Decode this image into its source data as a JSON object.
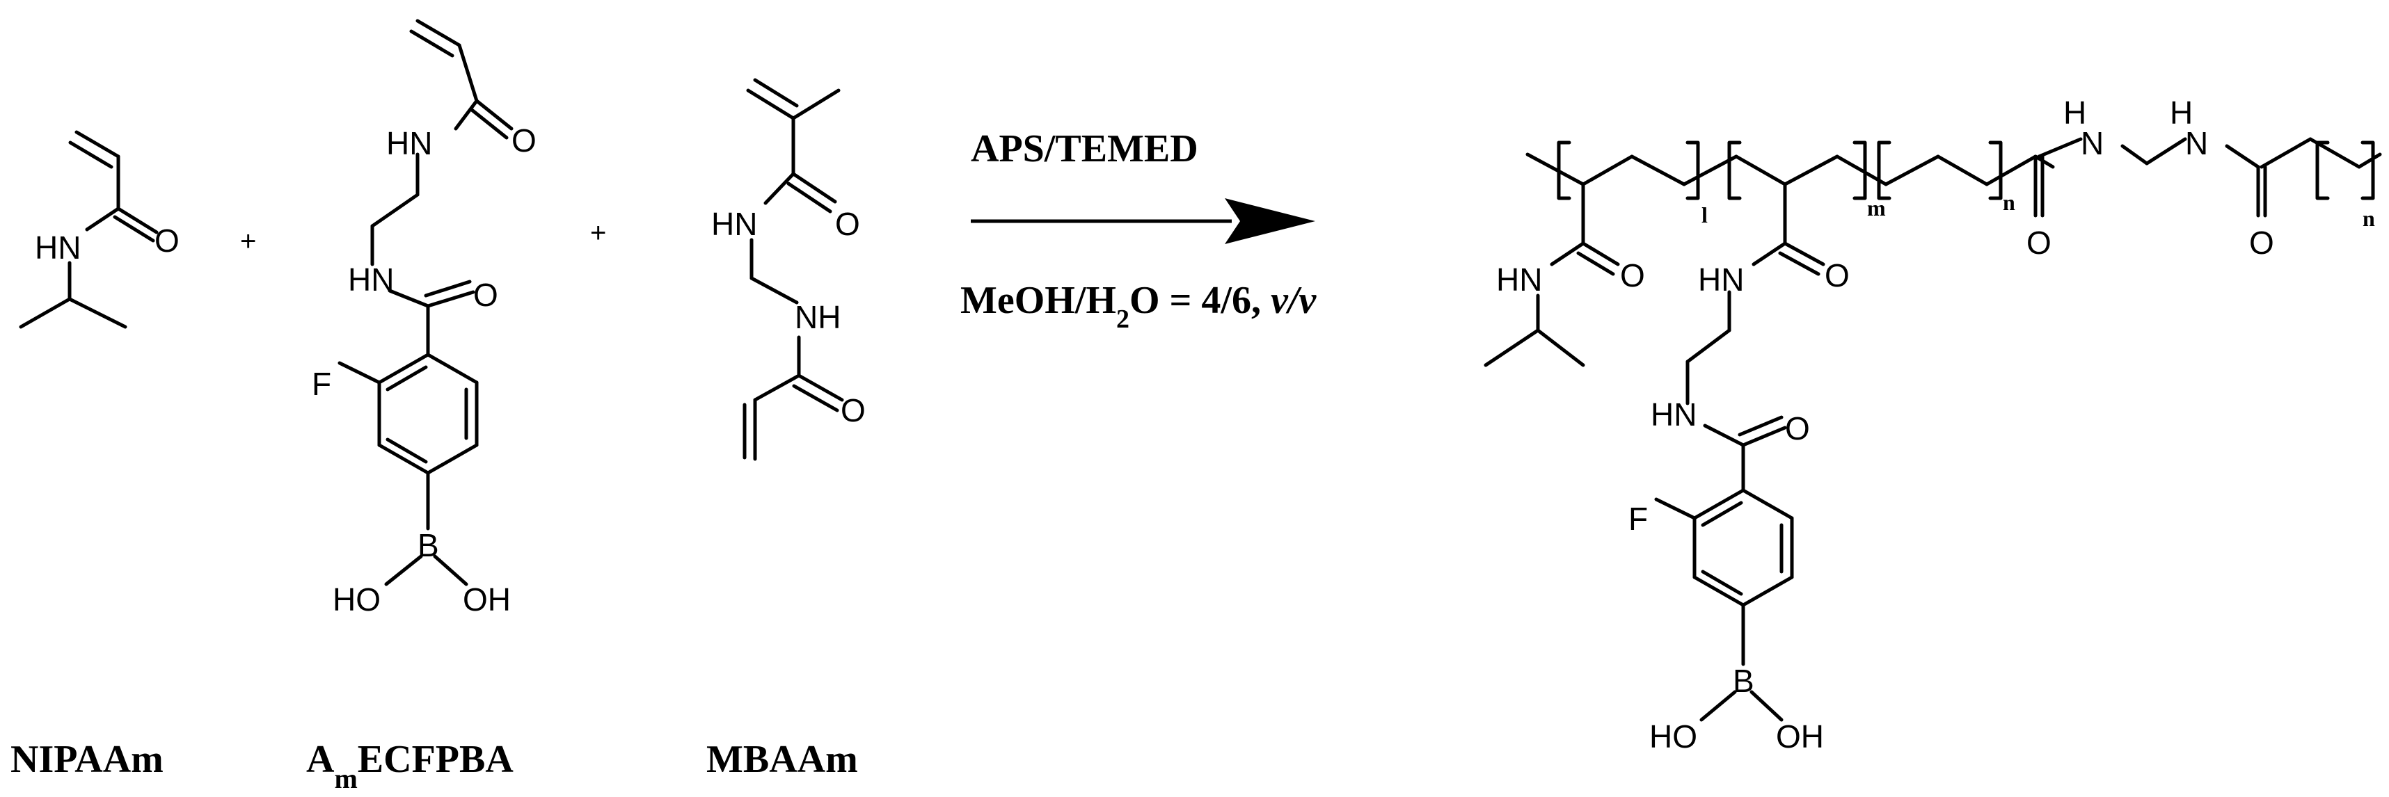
{
  "reaction": {
    "conditions_top": "APS/TEMED",
    "conditions_bottom_prefix": "MeOH/H",
    "conditions_bottom_sub": "2",
    "conditions_bottom_mid": "O = 4/6, ",
    "conditions_bottom_italic": "v/v",
    "plus": "+"
  },
  "reactants": {
    "nipaam": "NIPAAm",
    "amecfpba_base": "A",
    "amecfpba_sub": "m",
    "amecfpba_rest": "ECFPBA",
    "mbaam": "MBAAm"
  },
  "atoms": {
    "O": "O",
    "HN": "HN",
    "NH": "NH",
    "H": "H",
    "N": "N",
    "F": "F",
    "B": "B",
    "HO": "HO",
    "OH": "OH"
  },
  "polymer": {
    "index_l": "l",
    "index_m": "m",
    "index_n1": "n",
    "index_n2": "n"
  }
}
